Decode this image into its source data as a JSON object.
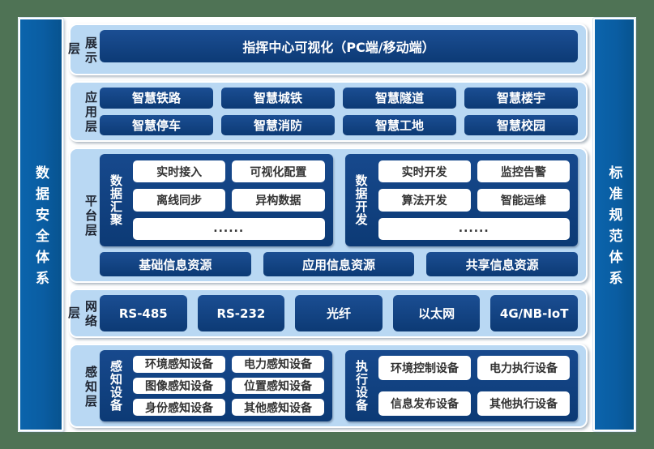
{
  "diagram": {
    "left_bar": "数据安全体系",
    "right_bar": "标准规范体系",
    "colors": {
      "frame_green": "#4f7355",
      "panel_light_blue": "#b9d8f3",
      "box_navy": "#0d3f7e",
      "pillar_blue": "#0a60a8",
      "pill_text": "#333333"
    },
    "layers": {
      "display": {
        "label": "展示层",
        "item": "指挥中心可视化（PC端/移动端）"
      },
      "application": {
        "label": "应用层",
        "items": [
          "智慧铁路",
          "智慧城铁",
          "智慧隧道",
          "智慧楼宇",
          "智慧停车",
          "智慧消防",
          "智慧工地",
          "智慧校园"
        ]
      },
      "platform": {
        "label": "平台层",
        "groups": [
          {
            "label": "数据汇聚",
            "pills": [
              "实时接入",
              "可视化配置",
              "离线同步",
              "异构数据"
            ],
            "more": "......"
          },
          {
            "label": "数据开发",
            "pills": [
              "实时开发",
              "监控告警",
              "算法开发",
              "智能运维"
            ],
            "more": "......"
          }
        ],
        "resources": [
          "基础信息资源",
          "应用信息资源",
          "共享信息资源"
        ]
      },
      "network": {
        "label": "网络层",
        "items": [
          "RS-485",
          "RS-232",
          "光纤",
          "以太网",
          "4G/NB-IoT"
        ]
      },
      "perception": {
        "label": "感知层",
        "groups": [
          {
            "label": "感知设备",
            "pills": [
              "环境感知设备",
              "电力感知设备",
              "图像感知设备",
              "位置感知设备",
              "身份感知设备",
              "其他感知设备"
            ]
          },
          {
            "label": "执行设备",
            "pills": [
              "环境控制设备",
              "电力执行设备",
              "信息发布设备",
              "其他执行设备"
            ]
          }
        ]
      }
    }
  }
}
